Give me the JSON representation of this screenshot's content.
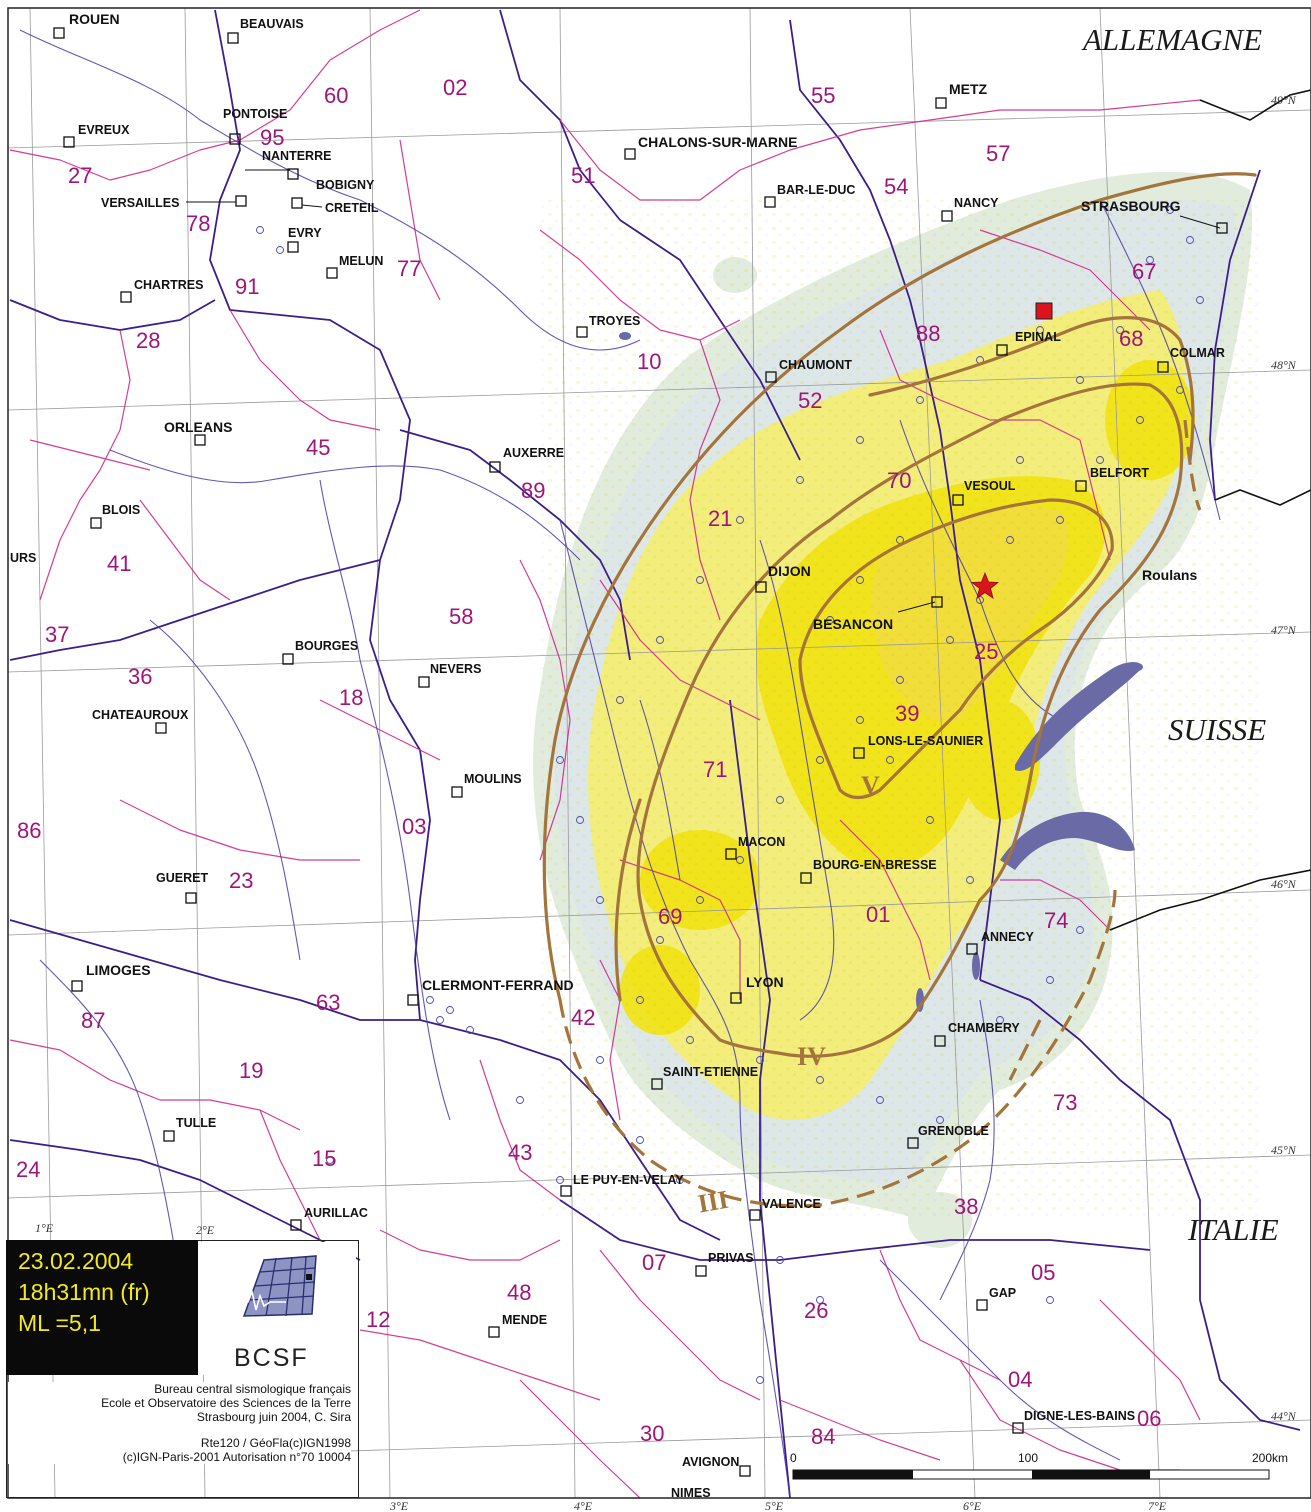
{
  "map": {
    "countries": [
      "ALLEMAGNE",
      "SUISSE",
      "ITALIE"
    ],
    "cities": [
      "ROUEN",
      "BEAUVAIS",
      "METZ",
      "PONTOISE",
      "EVREUX",
      "NANTERRE",
      "BOBIGNY",
      "CHALONS-SUR-MARNE",
      "VERSAILLES",
      "CRETEIL",
      "BAR-LE-DUC",
      "NANCY",
      "STRASBOURG",
      "EVRY",
      "MELUN",
      "CHARTRES",
      "TROYES",
      "EPINAL",
      "COLMAR",
      "CHAUMONT",
      "ORLEANS",
      "AUXERRE",
      "VESOUL",
      "BELFORT",
      "BLOIS",
      "DIJON",
      "Roulans",
      "BESANCON",
      "BOURGES",
      "NEVERS",
      "CHATEAUROUX",
      "LONS-LE-SAUNIER",
      "MOULINS",
      "MACON",
      "BOURG-EN-BRESSE",
      "GUERET",
      "ANNECY",
      "LIMOGES",
      "CLERMONT-FERRAND",
      "LYON",
      "CHAMBERY",
      "SAINT-ETIENNE",
      "TULLE",
      "GRENOBLE",
      "LE PUY-EN-VELAY",
      "AURILLAC",
      "VALENCE",
      "PRIVAS",
      "GAP",
      "MENDE",
      "DIGNE-LES-BAINS",
      "AVIGNON",
      "NIMES",
      "URS"
    ],
    "departments": [
      "60",
      "02",
      "55",
      "95",
      "57",
      "27",
      "51",
      "54",
      "78",
      "67",
      "77",
      "91",
      "28",
      "88",
      "10",
      "68",
      "52",
      "45",
      "70",
      "89",
      "21",
      "41",
      "37",
      "58",
      "25",
      "36",
      "18",
      "39",
      "71",
      "03",
      "86",
      "23",
      "69",
      "01",
      "74",
      "87",
      "63",
      "42",
      "19",
      "73",
      "24",
      "15",
      "43",
      "38",
      "07",
      "05",
      "48",
      "12",
      "26",
      "04",
      "30",
      "84",
      "06"
    ],
    "latitudes": [
      "49°N",
      "48°N",
      "47°N",
      "46°N",
      "45°N",
      "44°N"
    ],
    "longitudes": [
      "1°E",
      "2°E",
      "3°E",
      "4°E",
      "5°E",
      "6°E",
      "7°E"
    ],
    "isoseismals": [
      "V",
      "IV",
      "III"
    ],
    "scale": {
      "labels": [
        "0",
        "100",
        "200km"
      ]
    },
    "colors": {
      "intensity_high": "#f2e312",
      "intensity_mid": "#f7ee60",
      "intensity_low": "#c9dcc0",
      "felt_pale": "#dde6ec",
      "isoseismal": "#a3743c",
      "department_border": "#d0288c",
      "region_border": "#3b1e8c",
      "river": "#4a3aa8",
      "lake": "#6a6aa6",
      "epicenter": "#d8141c",
      "event_text": "#f2ea1a"
    }
  },
  "event": {
    "date": "23.02.2004",
    "time": "18h31mn (fr)",
    "magnitude": "ML =5,1"
  },
  "logo": {
    "name": "BCSF"
  },
  "credits": [
    "Bureau central sismologique français",
    "Ecole et Observatoire des Sciences de la Terre",
    "Strasbourg juin 2004, C. Sira",
    "Rte120 / GéoFla(c)IGN1998",
    "(c)IGN-Paris-2001 Autorisation n°70 10004"
  ]
}
